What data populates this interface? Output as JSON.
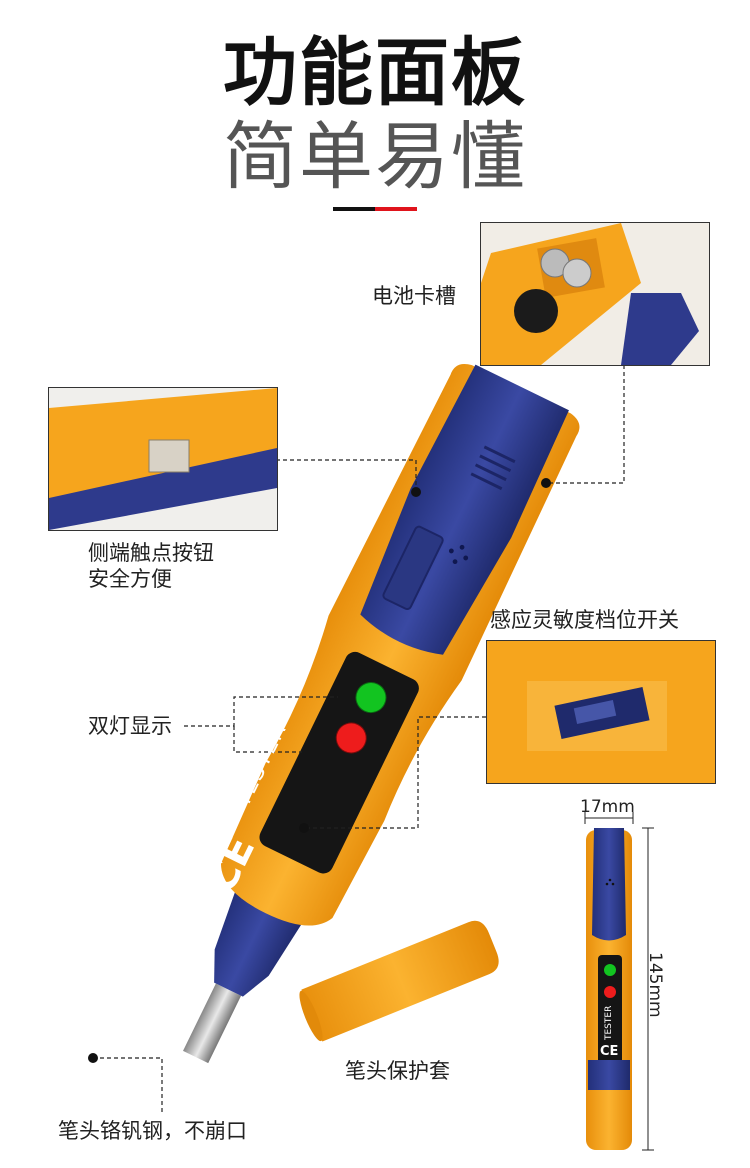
{
  "header": {
    "line1": "功能面板",
    "line2": "简单易懂"
  },
  "labels": {
    "battery_slot": "电池卡槽",
    "side_button_line1": "侧端触点按钮",
    "side_button_line2": "安全方便",
    "sensitivity_switch": "感应灵敏度档位开关",
    "dual_light": "双灯显示",
    "tip_cap": "笔头保护套",
    "tip_material": "笔头铬钒钢，不崩口"
  },
  "device": {
    "brand_text": "TESTER",
    "ce_mark": "CE",
    "green_light_color": "#12c420",
    "red_light_color": "#ee1c1c"
  },
  "dimensions": {
    "width": "17mm",
    "length": "145mm"
  },
  "colors": {
    "body_orange": "#f6a51d",
    "cap_blue": "#2e3a8c",
    "accent_red": "#e0141c"
  }
}
